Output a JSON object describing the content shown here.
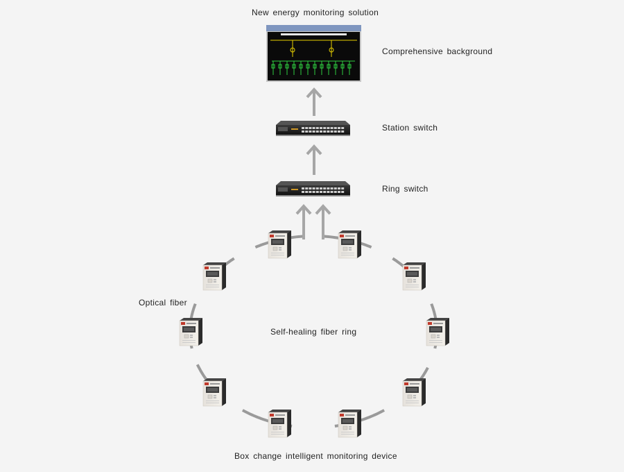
{
  "title": "New energy monitoring solution",
  "labels": {
    "background": "Comprehensive background",
    "station_switch": "Station switch",
    "ring_switch": "Ring switch",
    "optical_fiber": "Optical fiber",
    "ring": "Self-healing fiber ring",
    "device": "Box change intelligent monitoring device"
  },
  "colors": {
    "background": "#f4f4f4",
    "fiber": "#9a9a9a",
    "arrow": "#a6a6a6",
    "screen": "#0a0a0a",
    "diagram_green": "#2ecc40",
    "diagram_yellow": "#e8d000"
  },
  "device_count": 10
}
